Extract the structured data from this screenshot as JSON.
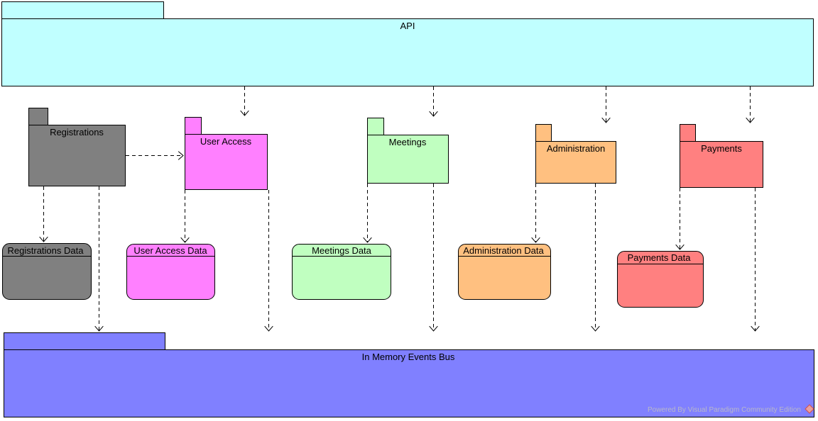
{
  "packages": {
    "api": {
      "label": "API",
      "color": "#C0FFFF"
    },
    "registrations": {
      "label": "Registrations",
      "color": "#808080"
    },
    "user_access": {
      "label": "User Access",
      "color": "#FF80FF"
    },
    "meetings": {
      "label": "Meetings",
      "color": "#C0FFC0"
    },
    "administration": {
      "label": "Administration",
      "color": "#FFC080"
    },
    "payments": {
      "label": "Payments",
      "color": "#FF8080"
    },
    "events_bus": {
      "label": "In Memory Events Bus",
      "color": "#8080FF"
    }
  },
  "datastores": {
    "registrations_data": {
      "label": "Registrations Data",
      "color": "#808080"
    },
    "user_access_data": {
      "label": "User Access Data",
      "color": "#FF80FF"
    },
    "meetings_data": {
      "label": "Meetings Data",
      "color": "#C0FFC0"
    },
    "administration_data": {
      "label": "Administration Data",
      "color": "#FFC080"
    },
    "payments_data": {
      "label": "Payments Data",
      "color": "#FF8080"
    }
  },
  "watermark": {
    "text": "Powered By  Visual Paradigm Community Edition"
  }
}
